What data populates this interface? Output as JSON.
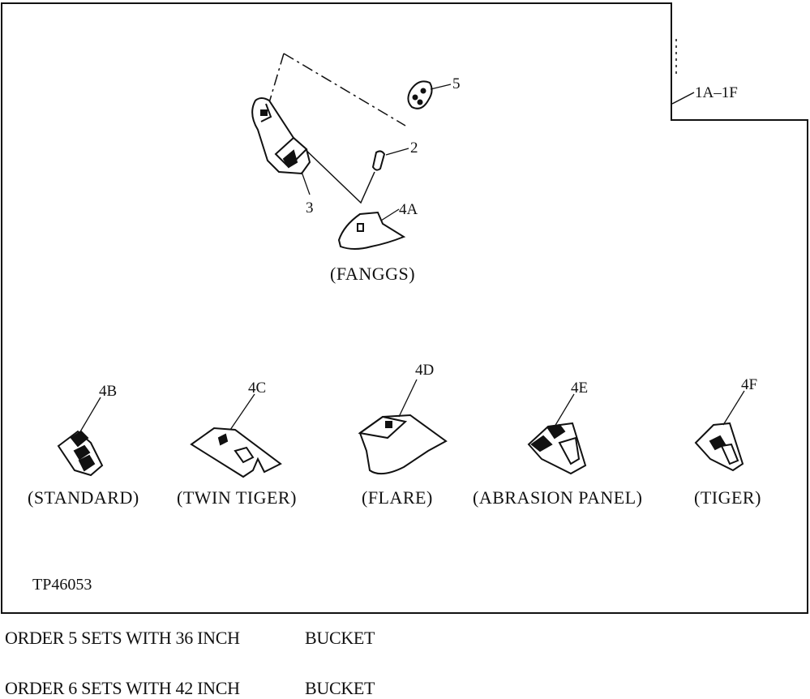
{
  "group_label": "1A–1F",
  "callouts": {
    "c5": "5",
    "c2": "2",
    "c3": "3",
    "c4a": "4A",
    "c4b": "4B",
    "c4c": "4C",
    "c4d": "4D",
    "c4e": "4E",
    "c4f": "4F"
  },
  "captions": {
    "fanggs": "(FANGGS)",
    "standard": "(STANDARD)",
    "twin_tiger": "(TWIN  TIGER)",
    "flare": "(FLARE)",
    "abrasion_panel": "(ABRASION  PANEL)",
    "tiger": "(TIGER)"
  },
  "figure_id": "TP46053",
  "notes": [
    {
      "text": "ORDER 5 SETS WITH 36 INCH",
      "unit": "BUCKET"
    },
    {
      "text": "ORDER 6 SETS WITH 42 INCH",
      "unit": "BUCKET"
    }
  ]
}
